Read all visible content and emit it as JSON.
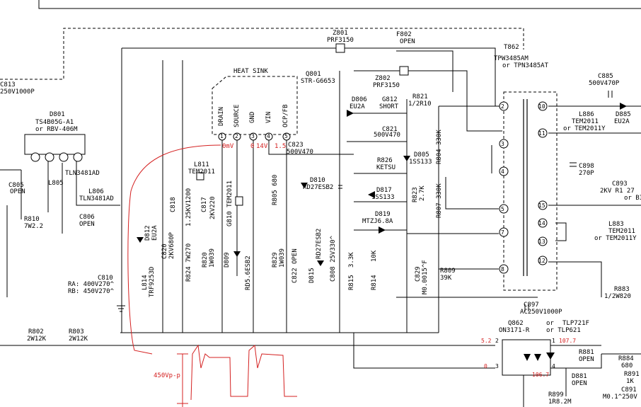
{
  "labels": {
    "c813": "C813",
    "c813_val": "250V1000P",
    "d801": "D801",
    "d801_part": "TS4B05G-A1",
    "d801_alt": "or RBV-406M",
    "c805": "C805",
    "c805_val": "OPEN",
    "l805": "L805",
    "tln": "TLN3481AD",
    "l806": "L806",
    "l806_val": "TLN3481AD",
    "c806": "C806",
    "c806_val": "OPEN",
    "r810": "R810",
    "r810_val": "7W2.2",
    "c810": "C810",
    "c810_ra": "RA: 400V270^",
    "c810_rb": "RB: 450V270^",
    "r802": "R802",
    "r802_val": "2W12K",
    "r803": "R803",
    "r803_val": "2W12K",
    "z801": "Z801",
    "z801_val": "PRF3150",
    "f802": "F802",
    "f802_val": "OPEN",
    "z802": "Z802",
    "z802_val": "PRF3150",
    "heatsink": "HEAT SINK",
    "q801": "Q801",
    "q801_part": "STR-G6653",
    "pin_drain": "DRAIN",
    "pin_source": "SOURCE",
    "pin_gnd": "GND",
    "pin_vin": "VIN",
    "pin_ocp": "OCP/FB",
    "v_drain": "0mV",
    "v_gnd": "0",
    "v_vin": "14V",
    "v_ocp": "1.5",
    "l811": "L811",
    "l811_val": "TEM2011",
    "c818": "C818",
    "c818_val": "1.25KV1200",
    "c817": "C817",
    "c817_val": "2KV220",
    "g810": "G810 TEM2011",
    "c823": "C823",
    "c823_val": "500V470",
    "d810": "D810",
    "d810_val": "RD27ESB2",
    "r805": "R805 680",
    "d806": "D806",
    "d806_val": "EU2A",
    "g812": "G812",
    "g812_val": "SHORT",
    "r821": "R821",
    "r821_val": "1/2R10",
    "c821": "C821",
    "c821_val": "500V470",
    "r826": "R826",
    "r826_val": "KETSU",
    "d805": "D805",
    "d805_val": "1SS133",
    "r804": "R804 330K",
    "r807": "R807 330K",
    "d817": "D817",
    "d817_val": "1SS133",
    "r823": "R823",
    "r823_val": "2.7K",
    "d819": "D819",
    "d819_val": "MTZJ6.8A",
    "d812": "D812",
    "d812_val": "EU2A",
    "c820": "C820",
    "c820_val": "2KV680P",
    "l814": "L814",
    "l814_val": "TRF9253D",
    "r824": "R824 7W270",
    "r820": "R820",
    "r820_val": "1W039",
    "d809": "D809",
    "d809_val": "RD5.6ESB2",
    "r829": "R829",
    "r829_val": "1W039",
    "c822": "C822 OPEN",
    "d815": "D815",
    "d815_val": "RD27ESB2",
    "c808": "C808 25V330^",
    "r815": "R815",
    "r815_val": "3.3K",
    "r814": "R814",
    "r814_val": "10K",
    "c829": "C829",
    "c829_val": "M0.0015^F",
    "r809": "R809",
    "r809_val": "39K",
    "t862": "T862",
    "t862_part": "TPW3485AM",
    "t862_alt": "or TPN3485AT",
    "c885": "C885",
    "c885_val": "500V470P",
    "l886": "L886",
    "l886_val": "TEM2011",
    "l886_alt": "or TEM2011Y",
    "d885": "D885",
    "d885_val": "EU2A",
    "c898": "C898",
    "c898_val": "270P",
    "c893": "C893",
    "c893_val": "2KV R1 27",
    "c893_alt": "or BI",
    "l883": "L883",
    "l883_val": "TEM2011",
    "l883_alt": "or TEM2011Y",
    "c897": "C897",
    "c897_val": "AC250V1000P",
    "r883": "R883",
    "r883_val": "1/2W820",
    "q862": "Q862",
    "q862_part": "ON3171-R",
    "q862_or": "or",
    "q862_alt1": "TLP721F",
    "q862_alt2": "or TLP621",
    "r881": "R881",
    "r881_val": "OPEN",
    "d881": "D881",
    "d881_val": "OPEN",
    "r884": "R884",
    "r884_val": "680",
    "r891": "R891",
    "r891_val": "1K",
    "c891": "C891",
    "c891_val": "M0.1^250V",
    "r899": "R899",
    "r899_val": "1R8.2M",
    "v52": "5.2",
    "v0": "0",
    "v1077": "107.7",
    "v1067": "106.7",
    "wave_amp": "450Vp-p",
    "pins": [
      "1",
      "2",
      "3",
      "4",
      "5"
    ],
    "tpins_l": [
      "2",
      "3",
      "4",
      "5",
      "7",
      "8"
    ],
    "tpins_r": [
      "10",
      "11",
      "15",
      "14",
      "13",
      "12"
    ],
    "opto_pins": [
      "2",
      "1",
      "3",
      "4"
    ]
  }
}
